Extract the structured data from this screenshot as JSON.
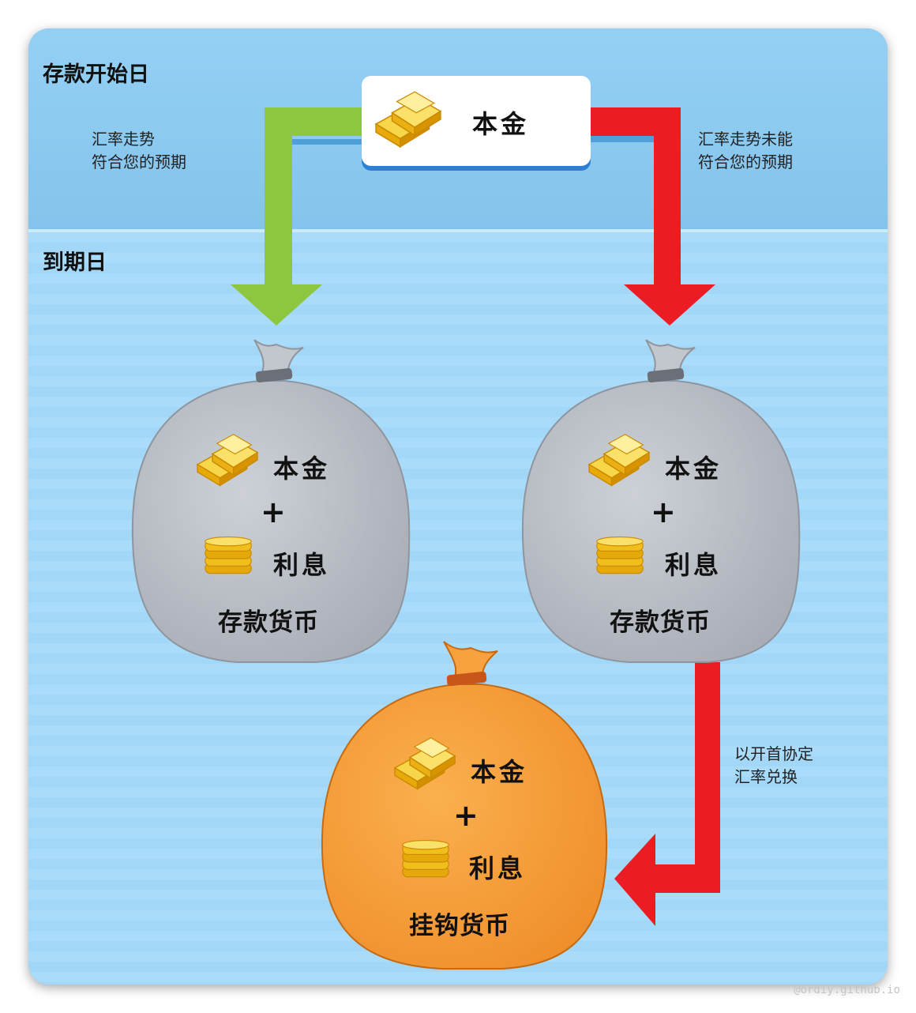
{
  "sections": {
    "start_label": "存款开始日",
    "maturity_label": "到期日"
  },
  "top_box": {
    "label": "本金",
    "icon": "gold-bars-icon"
  },
  "branches": {
    "left_note": [
      "汇率走势",
      "符合您的预期"
    ],
    "right_note": [
      "汇率走势未能",
      "符合您的预期"
    ],
    "convert_note": [
      "以开首协定",
      "汇率兑换"
    ]
  },
  "bags": {
    "left": {
      "principal": "本金",
      "plus": "+",
      "interest": "利息",
      "currency": "存款货币"
    },
    "right": {
      "principal": "本金",
      "plus": "+",
      "interest": "利息",
      "currency": "存款货币"
    },
    "bottom": {
      "principal": "本金",
      "plus": "+",
      "interest": "利息",
      "currency": "挂钩货币"
    }
  },
  "colors": {
    "green_arrow": "#8dc63f",
    "red_arrow": "#ec1c24",
    "grey_bag": "#b9bec6",
    "orange_bag": "#f7a23f",
    "gold": "#f4c21a"
  },
  "watermark": "@ordiy.github.io"
}
